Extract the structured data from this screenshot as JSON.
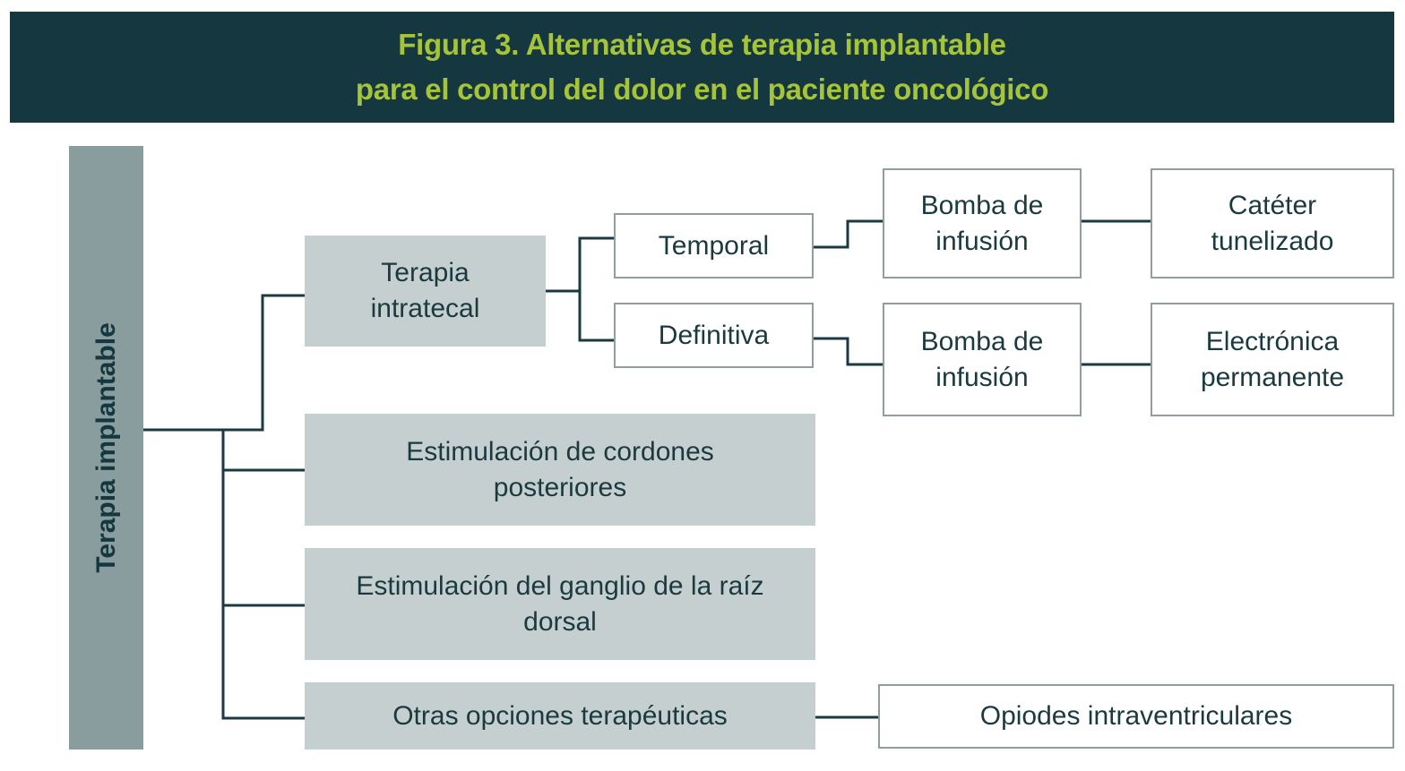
{
  "title": {
    "line1": "Figura 3. Alternativas de terapia implantable",
    "line2": "para el control del dolor en el paciente oncológico"
  },
  "root": "Terapia implantable",
  "nodes": {
    "intratecal": "Terapia intratecal",
    "temporal": "Temporal",
    "definitiva": "Definitiva",
    "bomba_temporal": "Bomba de infusión",
    "cateter": "Catéter tunelizado",
    "bomba_definitiva": "Bomba de infusión",
    "electronica": "Electrónica permanente",
    "cordones": "Estimulación de cordones posteriores",
    "ganglio": "Estimulación del ganglio de la raíz dorsal",
    "otras": "Otras opciones terapéuticas",
    "opiodes": "Opiodes intraventriculares"
  },
  "colors": {
    "header_bg": "#153740",
    "title": "#a6c43a",
    "root_bg": "#899c9e",
    "node_bg": "#c5cfcf",
    "line": "#1b3a40"
  }
}
